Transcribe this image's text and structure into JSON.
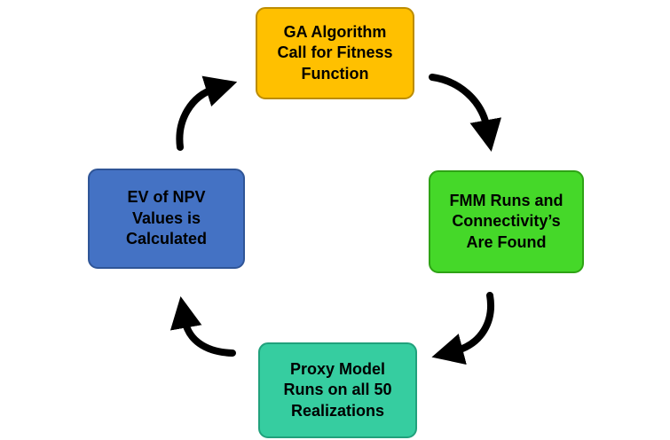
{
  "diagram": {
    "type": "cycle",
    "direction": "clockwise",
    "arrow_color": "#000000",
    "nodes": [
      {
        "id": "ga-algorithm",
        "label": "GA Algorithm\nCall for Fitness\nFunction",
        "fill": "#FFC000",
        "border": "#BC8C00",
        "position": "top"
      },
      {
        "id": "fmm-runs",
        "label": "FMM Runs and\nConnectivity’s\nAre Found",
        "fill": "#45D829",
        "border": "#2EA315",
        "position": "right"
      },
      {
        "id": "proxy-model",
        "label": "Proxy Model\nRuns on all 50\nRealizations",
        "fill": "#36CDA0",
        "border": "#21A17C",
        "position": "bottom"
      },
      {
        "id": "ev-npv",
        "label": "EV of NPV\nValues is\nCalculated",
        "fill": "#4472C4",
        "border": "#2F5597",
        "position": "left"
      }
    ],
    "arrows": [
      {
        "from": "ga-algorithm",
        "to": "fmm-runs"
      },
      {
        "from": "fmm-runs",
        "to": "proxy-model"
      },
      {
        "from": "proxy-model",
        "to": "ev-npv"
      },
      {
        "from": "ev-npv",
        "to": "ga-algorithm"
      }
    ]
  }
}
